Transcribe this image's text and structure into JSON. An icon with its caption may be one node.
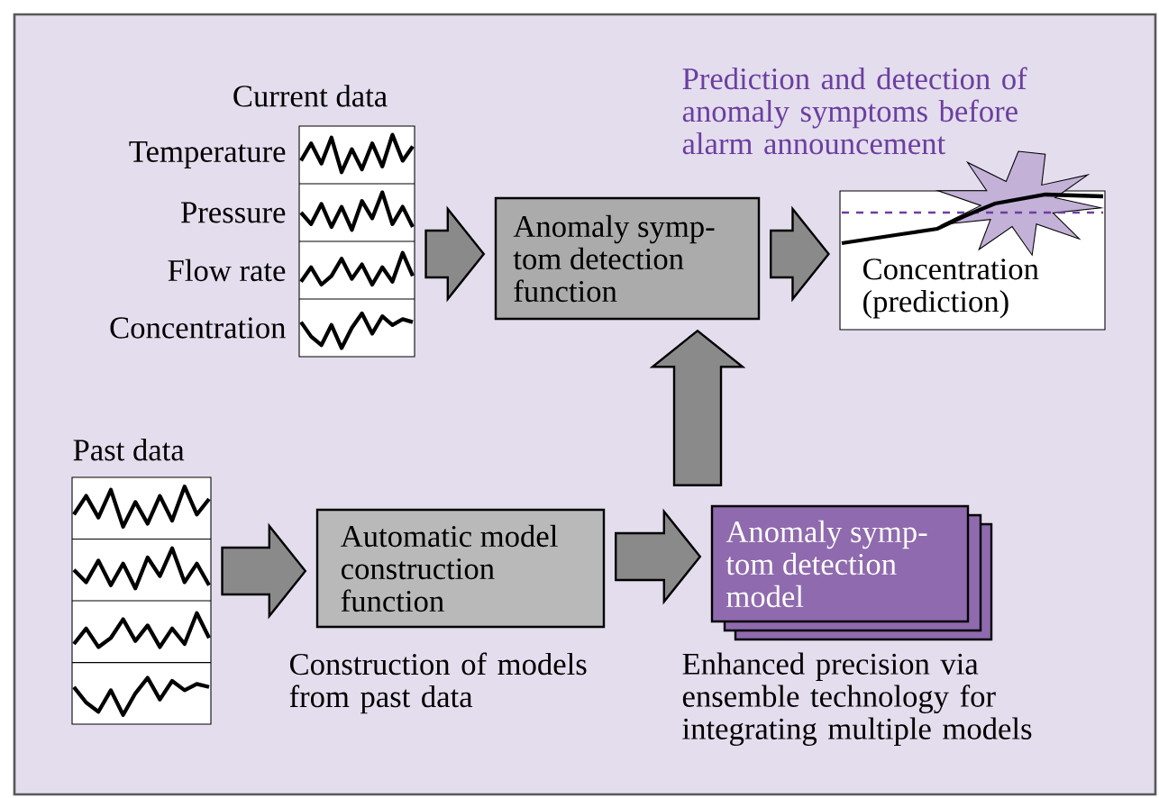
{
  "diagram": {
    "nodes": [
      {
        "text": [
          "Current data"
        ],
        "beside": [
          "Temperature",
          "Pressure",
          "Flow rate",
          "Concentration"
        ]
      },
      {
        "text": [
          "Anomaly symp- tom detection function"
        ]
      },
      {
        "text": [
          "Prediction and detection of anomaly symptoms before alarm announcement",
          "Concentration (prediction)"
        ]
      },
      {
        "text": [
          "Past data"
        ]
      },
      {
        "text": [
          "Automatic model construction function"
        ],
        "beside": [
          "Construction of models from past data"
        ]
      },
      {
        "text": [
          "Anomaly symp- tom detection model"
        ],
        "beside": [
          "Enhanced precision via ensemble technology for integrating multiple models"
        ]
      }
    ],
    "edges": [
      {
        "from": 0,
        "to": 1,
        "arrow": "to"
      },
      {
        "from": 1,
        "to": 2,
        "arrow": "to"
      },
      {
        "from": 3,
        "to": 4,
        "arrow": "to"
      },
      {
        "from": 4,
        "to": 5,
        "arrow": "to"
      },
      {
        "from": 5,
        "to": 1,
        "arrow": "to"
      }
    ]
  }
}
